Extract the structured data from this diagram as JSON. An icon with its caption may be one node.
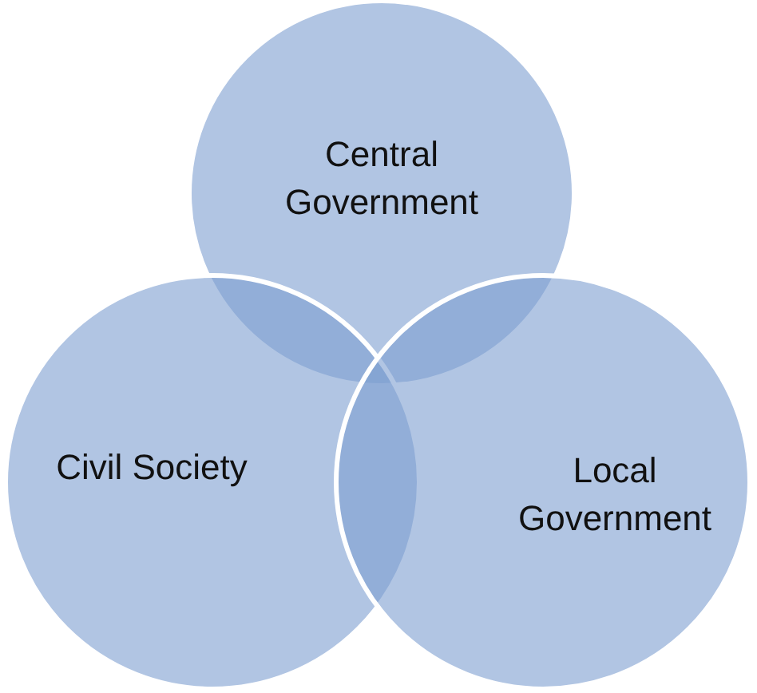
{
  "diagram": {
    "nodes": [
      {
        "text": [
          "Central Government"
        ]
      },
      {
        "text": [
          "Civil Society"
        ]
      },
      {
        "text": [
          "Local Government"
        ]
      }
    ]
  }
}
